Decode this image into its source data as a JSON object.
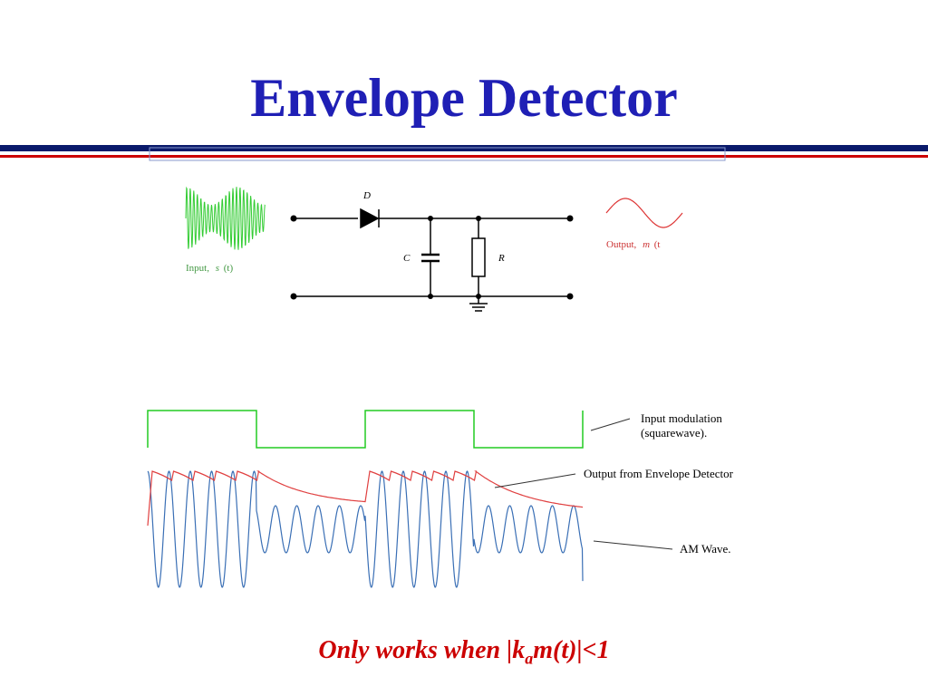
{
  "slide": {
    "title": "Envelope Detector",
    "colors": {
      "title": "#1f1fb5",
      "rule_navy": "#0a1a6b",
      "rule_red": "#cc0000",
      "input_wave": "#33cc33",
      "output_wave": "#dd3333",
      "am_wave": "#3a6fb5",
      "envelope": "#e04040",
      "square_wave": "#22cc22",
      "note": "#cc0000"
    }
  },
  "circuit": {
    "diode_label": "D",
    "capacitor_label": "C",
    "resistor_label": "R",
    "input_label": "Input,",
    "input_symbol": "s",
    "input_arg": "(t)",
    "output_label": "Output,",
    "output_symbol": "m",
    "output_arg": "(t"
  },
  "waveforms": {
    "square_label_line1": "Input modulation",
    "square_label_line2": "(squarewave).",
    "envelope_label": "Output from Envelope Detector",
    "am_label": "AM Wave."
  },
  "note": {
    "prefix": "Only works when |k",
    "subscript": "a",
    "suffix": "m(t)|<1"
  }
}
